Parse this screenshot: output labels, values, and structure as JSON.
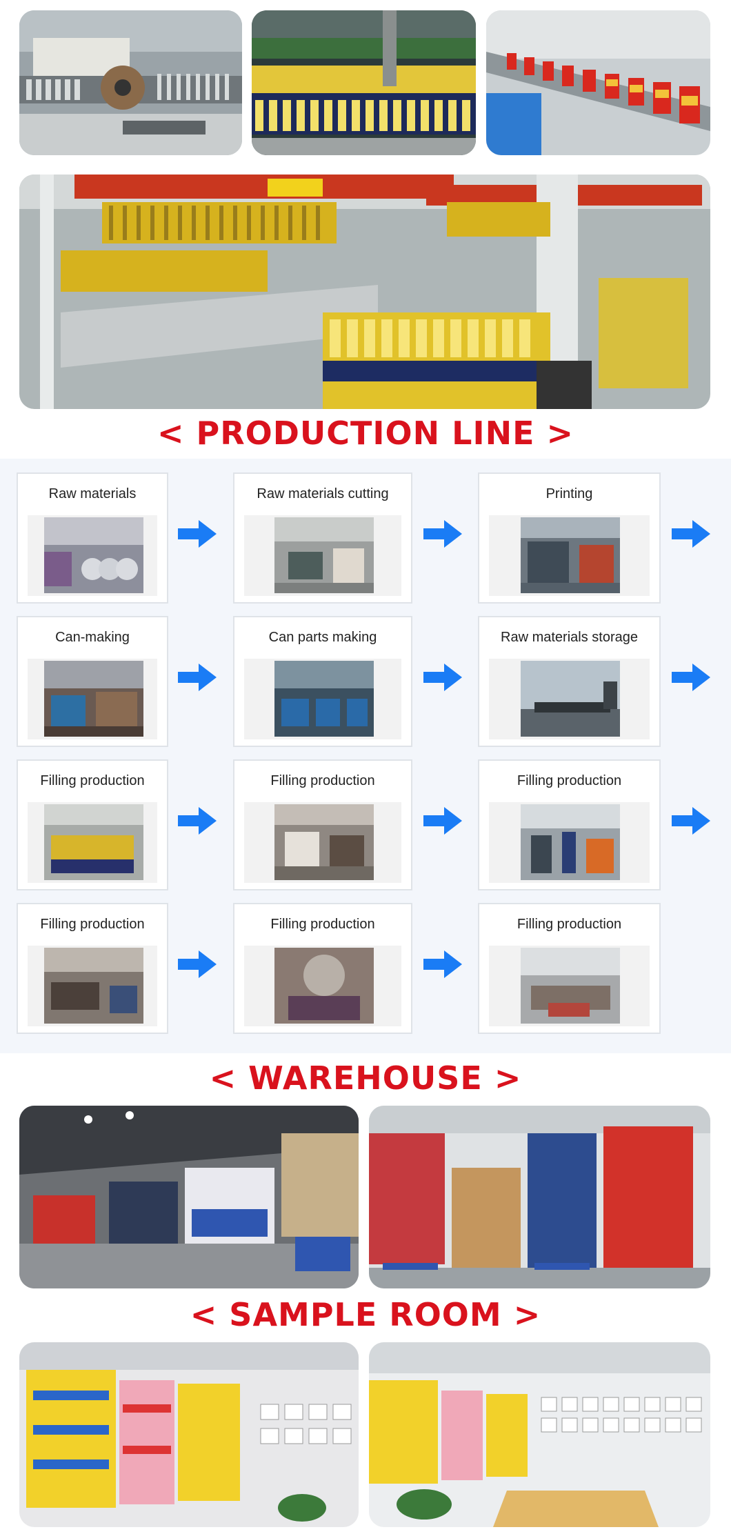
{
  "sections": {
    "production_line": "< PRODUCTION LINE >",
    "warehouse": "< WAREHOUSE >",
    "sample_room": "< SAMPLE ROOM >"
  },
  "flow_steps": [
    {
      "label": "Raw materials"
    },
    {
      "label": "Raw materials cutting"
    },
    {
      "label": "Printing"
    },
    {
      "label": "Can-making"
    },
    {
      "label": "Can parts making"
    },
    {
      "label": "Raw materials storage"
    },
    {
      "label": "Filling production"
    },
    {
      "label": "Filling production"
    },
    {
      "label": "Filling production"
    },
    {
      "label": "Filling production"
    },
    {
      "label": "Filling production"
    },
    {
      "label": "Filling production"
    }
  ],
  "colors": {
    "title_red": "#d9121d",
    "arrow_blue": "#1a7cf5"
  }
}
